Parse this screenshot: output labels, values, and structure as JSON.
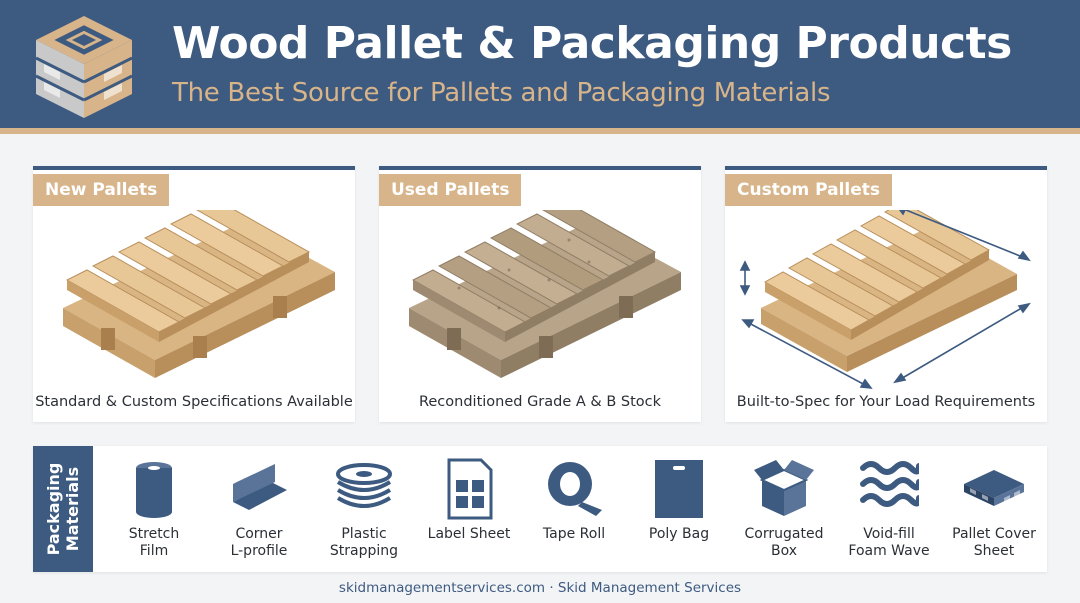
{
  "header": {
    "title": "Wood Pallet & Packaging Products",
    "subtitle": "The Best Source for Pallets and Packaging Materials"
  },
  "cards": [
    {
      "tag": "New Pallets",
      "caption": "Standard & Custom Specifications Available"
    },
    {
      "tag": "Used Pallets",
      "caption": "Reconditioned Grade A & B Stock"
    },
    {
      "tag": "Custom Pallets",
      "caption": "Built-to-Spec for Your Load Requirements"
    }
  ],
  "materials": {
    "heading": "Packaging\nMaterials",
    "items": [
      {
        "label": "Stretch\nFilm",
        "icon": "stretch-film-icon"
      },
      {
        "label": "Corner\nL-profile",
        "icon": "corner-profile-icon"
      },
      {
        "label": "Plastic\nStrapping",
        "icon": "strapping-icon"
      },
      {
        "label": "Label Sheet",
        "icon": "label-sheet-icon"
      },
      {
        "label": "Tape Roll",
        "icon": "tape-roll-icon"
      },
      {
        "label": "Poly Bag",
        "icon": "poly-bag-icon"
      },
      {
        "label": "Corrugated\nBox",
        "icon": "box-icon"
      },
      {
        "label": "Void-fill\nFoam Wave",
        "icon": "foam-wave-icon"
      },
      {
        "label": "Pallet Cover\nSheet",
        "icon": "pallet-cover-icon"
      }
    ]
  },
  "footer": {
    "text": "skidmanagementservices.com · Skid Management Services"
  },
  "colors": {
    "navy": "#3d5a80",
    "tan": "#d8b48a",
    "wood_light": "#e7c79a",
    "wood_used": "#b7a48a",
    "icon": "#3d5a80"
  }
}
